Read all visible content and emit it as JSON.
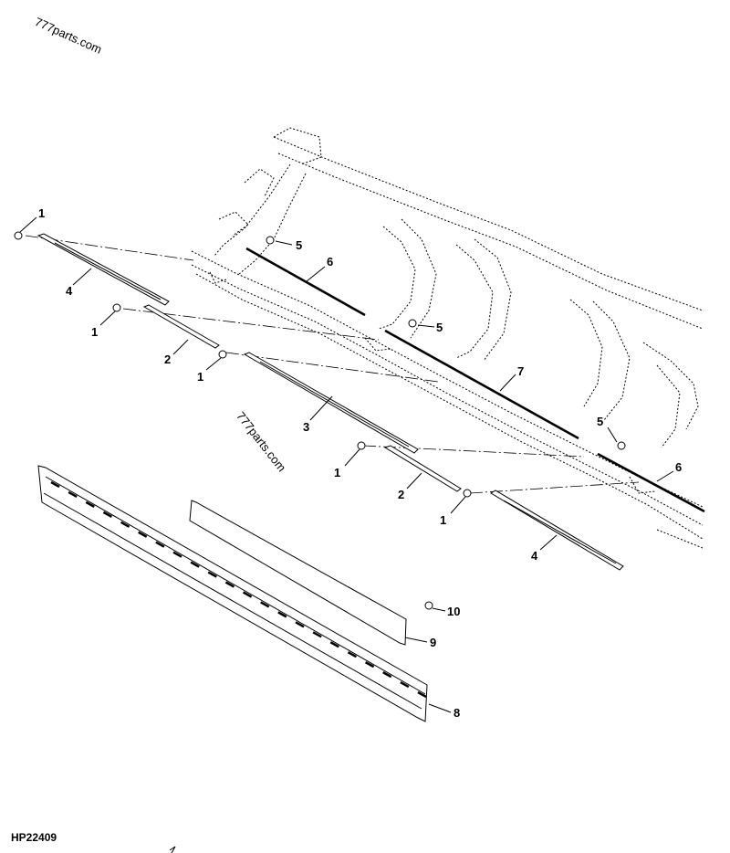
{
  "watermarks": [
    "777parts.com",
    "777parts.com"
  ],
  "figure_id": "HP22409",
  "callouts": [
    "1",
    "1",
    "1",
    "1",
    "1",
    "2",
    "2",
    "3",
    "4",
    "4",
    "5",
    "5",
    "5",
    "6",
    "6",
    "7",
    "8",
    "9",
    "10"
  ]
}
